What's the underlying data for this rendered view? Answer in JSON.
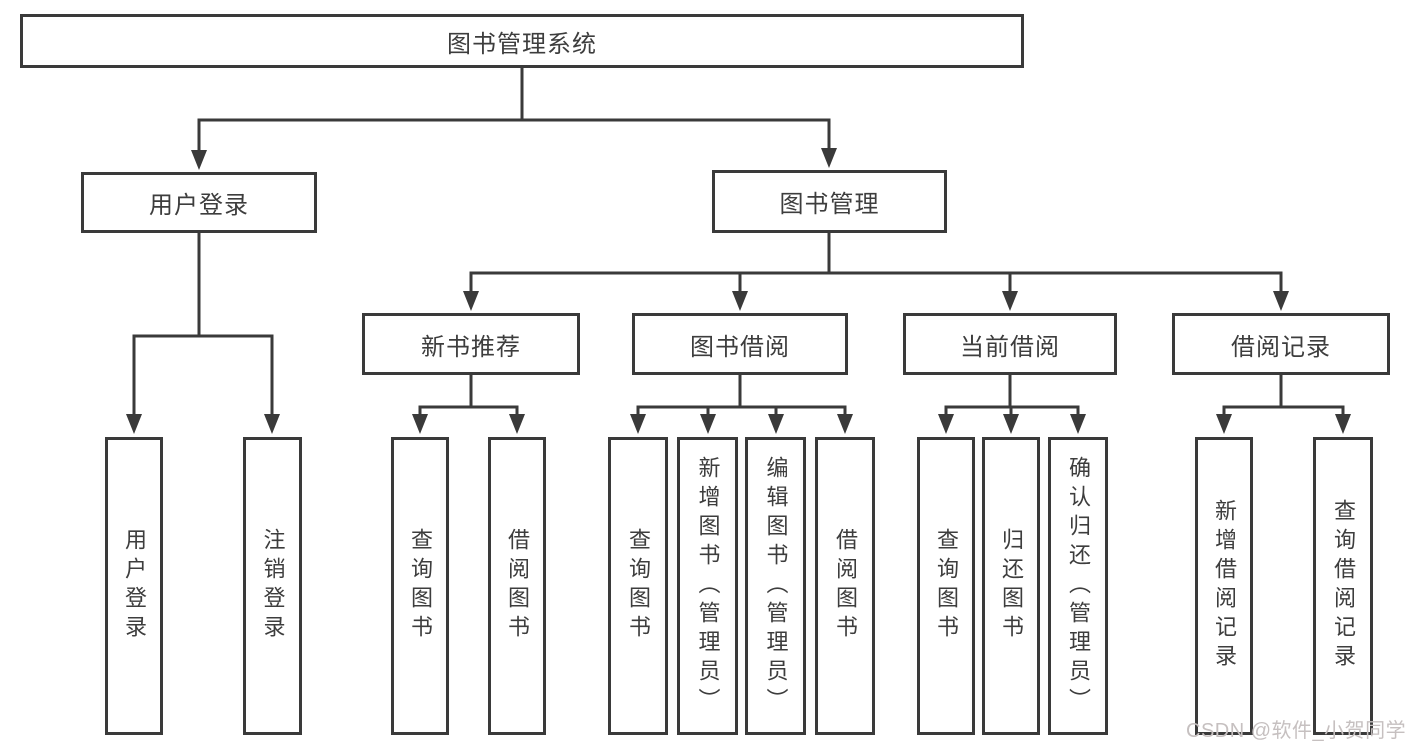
{
  "tree": {
    "label": "图书管理系统",
    "children": [
      {
        "label": "用户登录",
        "children": [
          {
            "label": "用户登录"
          },
          {
            "label": "注销登录"
          }
        ]
      },
      {
        "label": "图书管理",
        "children": [
          {
            "label": "新书推荐",
            "children": [
              {
                "label": "查询图书"
              },
              {
                "label": "借阅图书"
              }
            ]
          },
          {
            "label": "图书借阅",
            "children": [
              {
                "label": "查询图书"
              },
              {
                "label": "新增图书（管理员）"
              },
              {
                "label": "编辑图书（管理员）"
              },
              {
                "label": "借阅图书"
              }
            ]
          },
          {
            "label": "当前借阅",
            "children": [
              {
                "label": "查询图书"
              },
              {
                "label": "归还图书"
              },
              {
                "label": "确认归还（管理员）"
              }
            ]
          },
          {
            "label": "借阅记录",
            "children": [
              {
                "label": "新增借阅记录"
              },
              {
                "label": "查询借阅记录"
              }
            ]
          }
        ]
      }
    ]
  },
  "watermark": "CSDN @软件_小贺同学",
  "colors": {
    "line": "#3a3a3a",
    "text": "#3d3d3d",
    "watermark": "#c6c0c0",
    "background": "#ffffff"
  }
}
